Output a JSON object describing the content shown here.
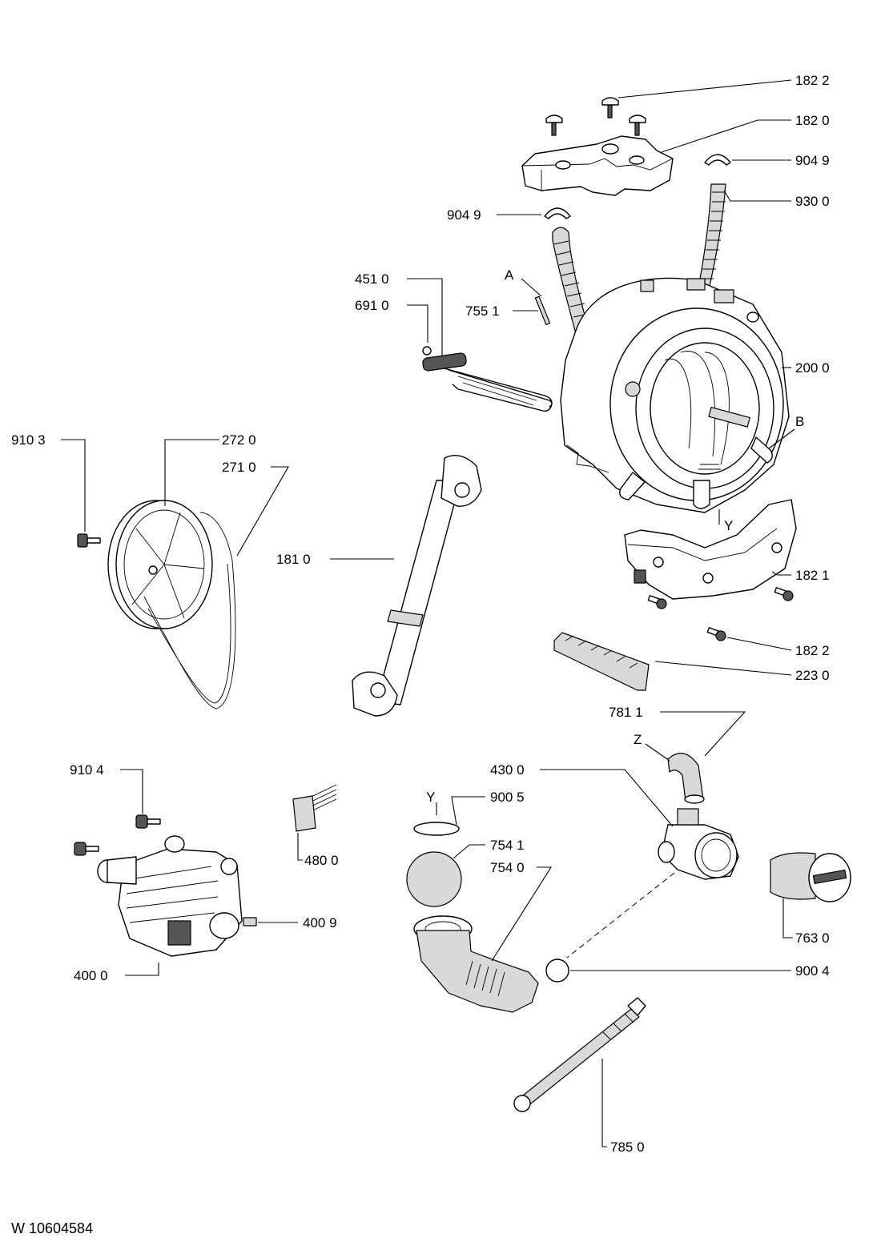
{
  "doc_number": "W 10604584",
  "callouts": {
    "l1822a": "182 2",
    "l1820": "182 0",
    "l9049a": "904 9",
    "l9300": "930 0",
    "l9049b": "904 9",
    "l4510": "451 0",
    "l6910": "691 0",
    "l7551": "755 1",
    "lA": "A",
    "l2000": "200 0",
    "lB": "B",
    "l9103": "910 3",
    "l2720": "272 0",
    "l2710": "271 0",
    "l1810": "181 0",
    "lY1": "Y",
    "l1821": "182 1",
    "l1822b": "182 2",
    "l2230": "223 0",
    "l7811": "781 1",
    "lZ": "Z",
    "l4300": "430 0",
    "l9104": "910 4",
    "lY2": "Y",
    "l9005": "900 5",
    "l7541": "754 1",
    "l7540": "754 0",
    "l4800": "480 0",
    "l4009": "400 9",
    "l7630": "763 0",
    "l4000": "400 0",
    "l9004": "900 4",
    "l7850": "785 0"
  }
}
